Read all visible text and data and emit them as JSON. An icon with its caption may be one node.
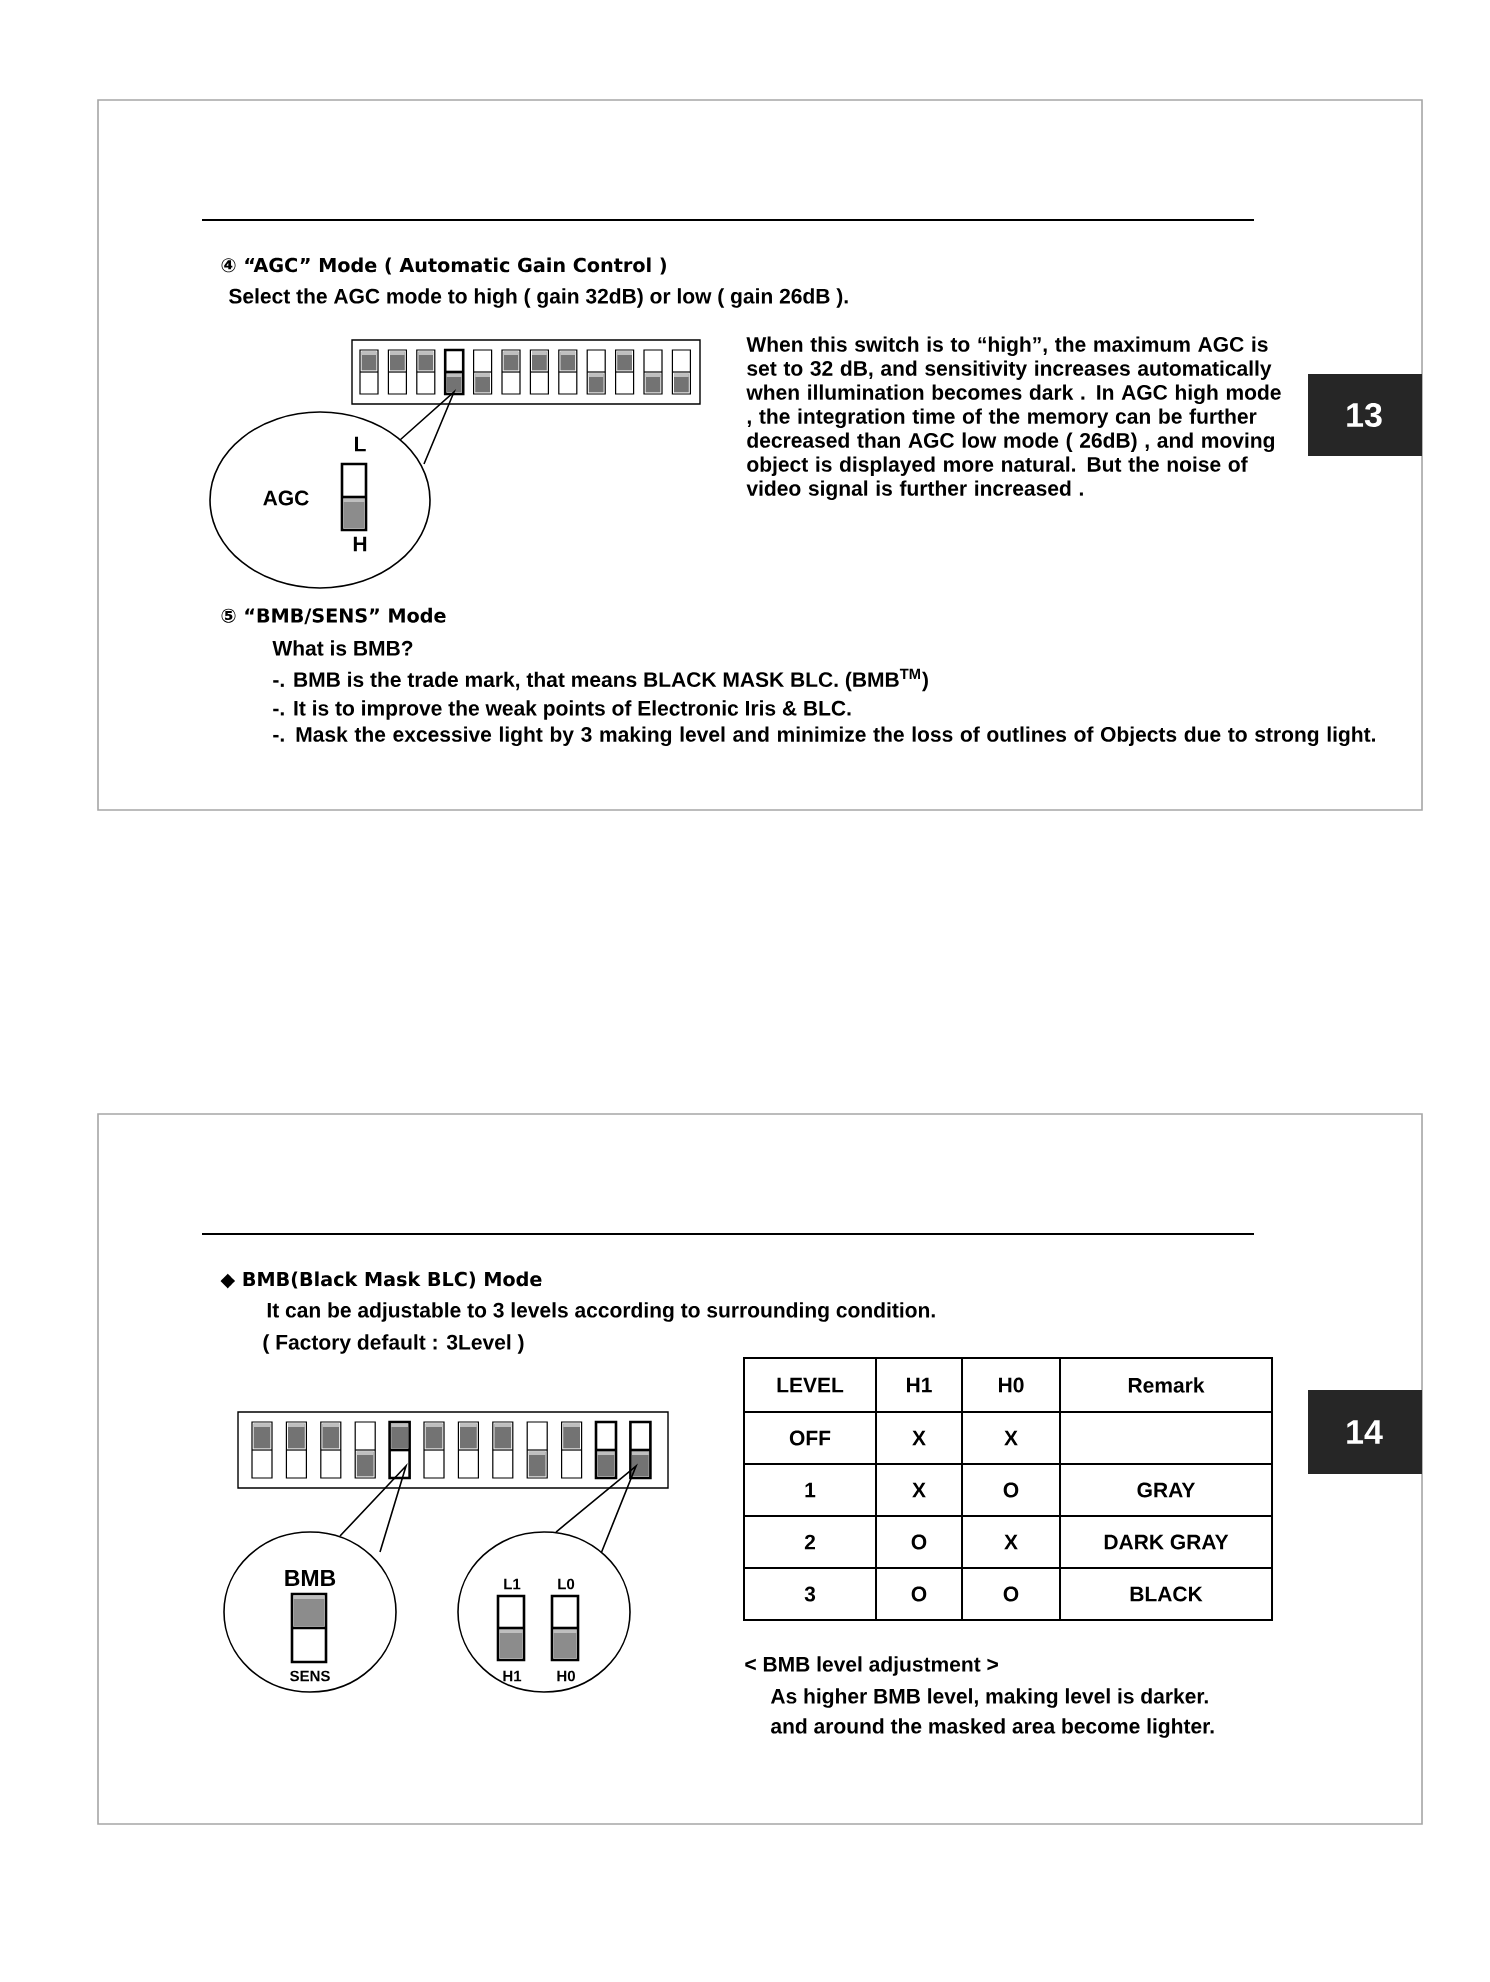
{
  "diagram": {
    "nodes": [
      {
        "text": [
          "L",
          "AGC",
          "H"
        ]
      },
      {
        "text": [
          "BMB",
          "SENS"
        ]
      },
      {
        "text": [
          "L1",
          "L0",
          "H1",
          "H0"
        ]
      }
    ],
    "labels": [
      "④ “AGC” Mode ( Automatic Gain Control )",
      "Select the AGC mode to high ( gain 32dB) or low ( gain 26dB ).",
      "When this switch is to “high”, the maximum AGC is set to 32 dB, and sensitivity increases automatically when illumination becomes dark .  In AGC high mode , the integration time of the memory can be further decreased than AGC low mode ( 26dB) , and moving object is displayed more natural. But the noise of video signal is further increased .",
      "13",
      "⑤ “BMB/SENS” Mode",
      "What is BMB?",
      "-. BMB is the trade mark, that means BLACK MASK BLC. (BMB$^{TM}$)",
      "-. It is to improve the weak points of Electronic Iris & BLC.",
      "-. Mask the excessive light by 3 making level and minimize the loss of outlines of Objects due to strong light.",
      "◆ BMB(Black Mask BLC) Mode",
      "It can be adjustable to 3 levels according to surrounding condition.",
      "( Factory default : 3Level )",
      "LEVEL",
      "H1",
      "H0",
      "Remark",
      "OFF",
      "X",
      "X",
      "1",
      "X",
      "O",
      "GRAY",
      "2",
      "O",
      "X",
      "DARK GRAY",
      "3",
      "O",
      "O",
      "BLACK",
      "14",
      "< BMB level adjustment >",
      "As higher BMB level, making level is darker.",
      "and around the masked area become lighter."
    ]
  }
}
